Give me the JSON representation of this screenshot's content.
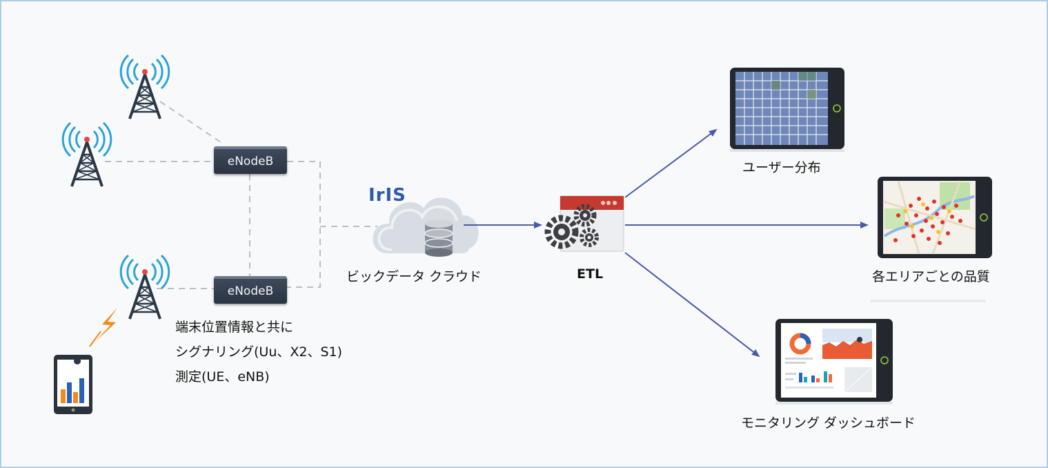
{
  "nodes": {
    "enodeb_top": "eNodeB",
    "enodeb_bottom": "eNodeB",
    "iris_logo": "IrIS",
    "cloud_label": "ビックデータ クラウド",
    "etl_label": "ETL",
    "user_distribution": "ユーザー分布",
    "area_quality": "各エリアごとの品質",
    "monitoring_dashboard": "モニタリング ダッシュボード"
  },
  "signaling_note": {
    "line1": "端末位置情報と共に",
    "line2": "シグナリング(Uu、X2、S1)",
    "line3": "測定(UE、eNB)"
  },
  "icons": {
    "cell_tower": "cell-tower-icon",
    "smartphone": "smartphone-icon",
    "lightning": "lightning-icon",
    "cloud": "cloud-icon",
    "database": "database-icon",
    "gears": "gears-icon",
    "tablet_heatmap": "tablet-heatmap-icon",
    "tablet_map": "tablet-map-icon",
    "tablet_dashboard": "tablet-dashboard-icon"
  },
  "colors": {
    "arrow": "#4a5aa8",
    "dashed_link": "#b9bec4",
    "tower": "#2a3848",
    "signal_wave": "#2aa3d8",
    "enodeb": "#2f3a4a",
    "iris": "#2f5aa6",
    "lightning": "#f28a1a"
  }
}
